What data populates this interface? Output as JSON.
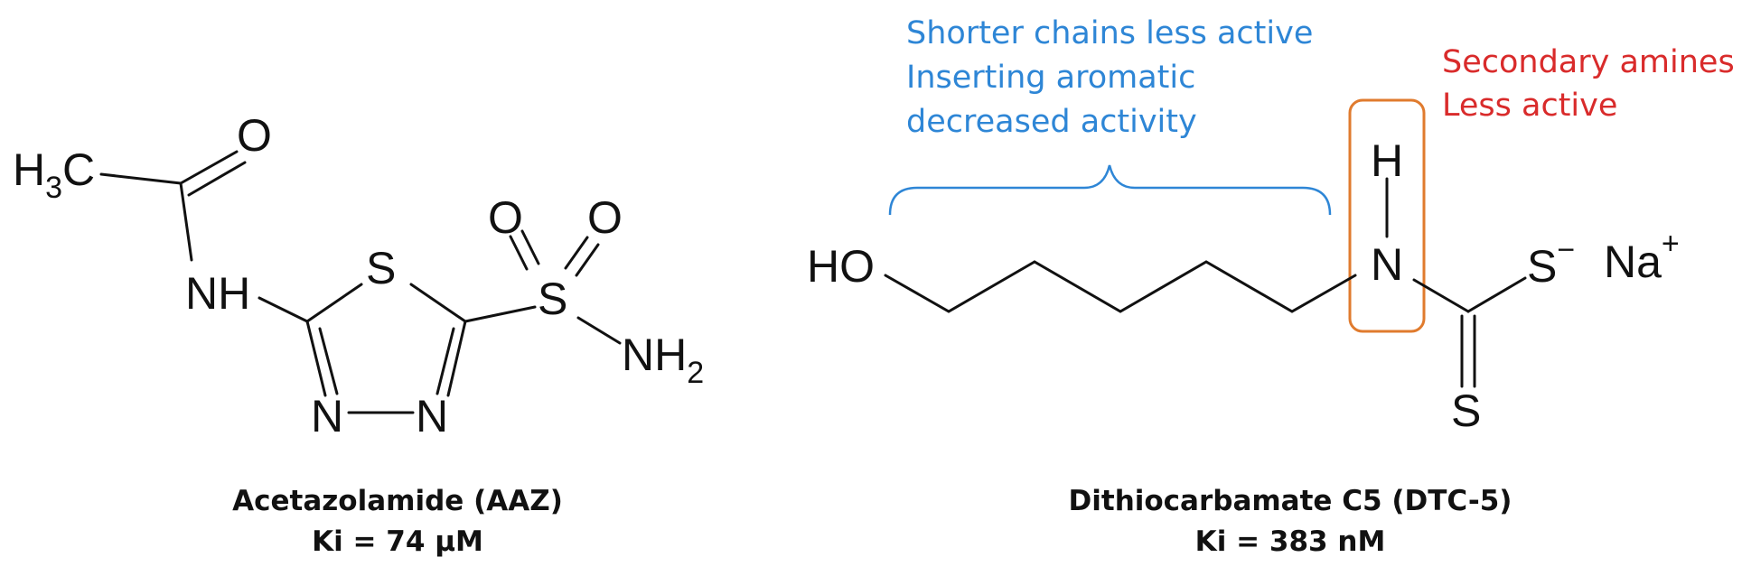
{
  "colors": {
    "ink": "#111111",
    "annotation_blue": "#2e86d6",
    "annotation_red": "#d92b2b",
    "highlight_orange": "#e07b2e"
  },
  "aaz": {
    "atoms": {
      "h3c_h": "H",
      "h3c_sub": "3",
      "h3c_c": "C",
      "carbonyl_o": "O",
      "nh": "NH",
      "ring_s": "S",
      "sulfonyl_s": "S",
      "sulfonyl_o1": "O",
      "sulfonyl_o2": "O",
      "nh2_nh": "NH",
      "nh2_sub": "2",
      "ring_n1": "N",
      "ring_n2": "N"
    },
    "caption_name": "Acetazolamide (AAZ)",
    "caption_ki": "Ki = 74 µM"
  },
  "dtc5": {
    "atoms": {
      "ho": "HO",
      "amine_h": "H",
      "amine_n": "N",
      "thiolate_s": "S",
      "thiolate_charge": "−",
      "sodium": "Na",
      "sodium_charge": "+",
      "thione_s": "S"
    },
    "caption_name": "Dithiocarbamate C5 (DTC-5)",
    "caption_ki": "Ki = 383 nM"
  },
  "annotations": {
    "chain_note": [
      "Shorter chains less active",
      "Inserting aromatic",
      "decreased activity"
    ],
    "amine_note": [
      "Secondary amines",
      "Less active"
    ]
  }
}
